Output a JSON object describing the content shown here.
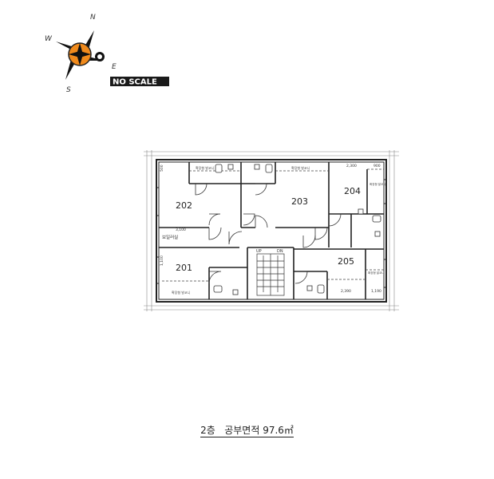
{
  "compass": {
    "n": "N",
    "s": "S",
    "e": "E",
    "w": "W",
    "accent": "#f08a1c",
    "scale_label": "NO SCALE"
  },
  "rooms": [
    "202",
    "203",
    "204",
    "201",
    "205"
  ],
  "labels": {
    "boiler": "보일러실",
    "up": "UP",
    "dn": "DN",
    "dim_3100": "3,100",
    "dim_2300": "2,300",
    "dim_900": "900",
    "dim_2390": "2,390",
    "dim_1190": "1,190",
    "dim_500": "500",
    "dim_1100": "1,100",
    "balcony": "확장형 발코니"
  },
  "footer": {
    "floor": "2층",
    "area_label": "공부면적",
    "area_value": "97.6㎡"
  }
}
